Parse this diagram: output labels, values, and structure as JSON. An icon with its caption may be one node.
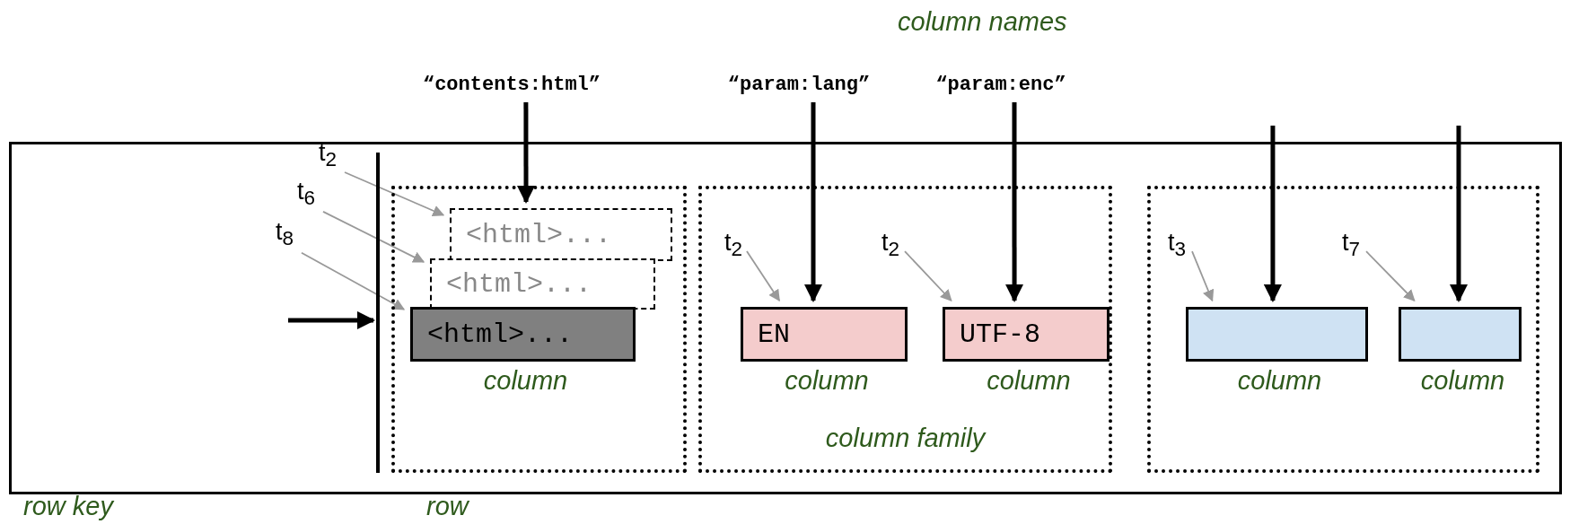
{
  "diagram": {
    "nodes": [
      {
        "text": [],
        "shape": "box"
      },
      {
        "text": [],
        "shape": "bar",
        "in": 0
      },
      {
        "text": [],
        "shape": "box",
        "in": 0
      },
      {
        "text": [
          "<html>..."
        ],
        "in": 2
      },
      {
        "text": [
          "<html>..."
        ],
        "in": 2
      },
      {
        "text": [
          "<html>..."
        ],
        "in": 2,
        "beside": [
          "column"
        ]
      },
      {
        "text": [
          "t$_{2}$"
        ],
        "in": 0
      },
      {
        "text": [
          "t$_{6}$"
        ],
        "in": 0
      },
      {
        "text": [
          "t$_{8}$"
        ],
        "in": 0
      },
      {
        "text": [
          "column family"
        ],
        "in": 0
      },
      {
        "text": [
          "t$_{2}$"
        ],
        "in": 9
      },
      {
        "text": [
          "EN"
        ],
        "in": 9,
        "beside": [
          "column"
        ]
      },
      {
        "text": [
          "t$_{2}$"
        ],
        "in": 9
      },
      {
        "text": [
          "UTF-8"
        ],
        "in": 9,
        "beside": [
          "column"
        ]
      },
      {
        "text": [],
        "shape": "box",
        "in": 0
      },
      {
        "text": [
          "t$_{3}$"
        ],
        "in": 14
      },
      {
        "text": [],
        "shape": "box",
        "in": 14,
        "beside": [
          "column"
        ]
      },
      {
        "text": [
          "t$_{7}$"
        ],
        "in": 14
      },
      {
        "text": [],
        "shape": "box",
        "in": 14,
        "beside": [
          "column"
        ]
      },
      {
        "text": [
          "“contents:html”"
        ]
      },
      {
        "text": [
          "“param:lang”"
        ]
      },
      {
        "text": [
          "“param:enc”"
        ]
      }
    ],
    "edges": [
      {
        "from": null,
        "to": 1,
        "arrow": "to",
        "style": "thick",
        "color": "#000000"
      },
      {
        "from": 6,
        "to": 3,
        "arrow": "to"
      },
      {
        "from": 7,
        "to": 4,
        "arrow": "to"
      },
      {
        "from": 8,
        "to": 5,
        "arrow": "to"
      },
      {
        "from": 10,
        "to": 11,
        "arrow": "to"
      },
      {
        "from": 12,
        "to": 13,
        "arrow": "to"
      },
      {
        "from": 15,
        "to": 16,
        "arrow": "to"
      },
      {
        "from": 17,
        "to": 18,
        "arrow": "to"
      },
      {
        "from": 19,
        "to": 3,
        "arrow": "to",
        "style": "thick",
        "color": "#000000"
      },
      {
        "from": 20,
        "to": 11,
        "arrow": "to",
        "style": "thick",
        "color": "#000000"
      },
      {
        "from": 21,
        "to": 13,
        "arrow": "to",
        "style": "thick",
        "color": "#000000"
      },
      {
        "from": null,
        "to": 16,
        "arrow": "to",
        "style": "thick",
        "color": "#000000"
      },
      {
        "from": null,
        "to": 18,
        "arrow": "to",
        "style": "thick",
        "color": "#000000"
      }
    ],
    "labels": [
      "column names",
      "row key",
      "row"
    ]
  }
}
